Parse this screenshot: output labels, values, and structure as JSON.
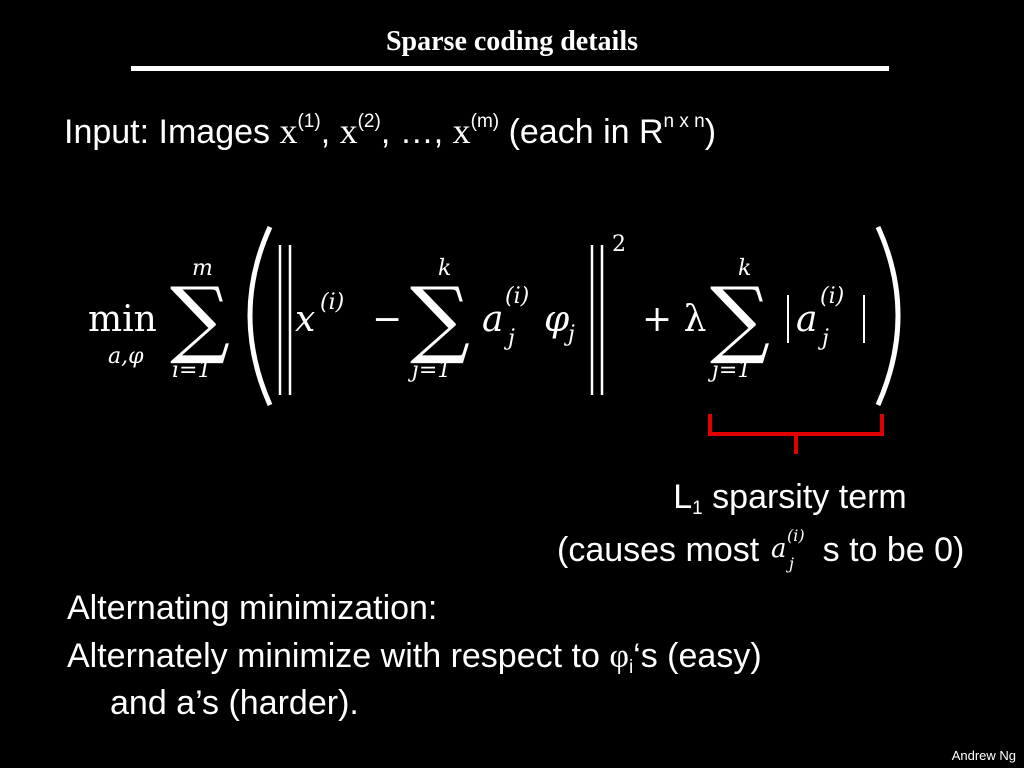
{
  "slide": {
    "title": "Sparse coding details",
    "input": {
      "prefix": "Input: Images ",
      "x": "x",
      "sup1": "(1)",
      "sep": ", ",
      "sup2": "(2)",
      "ellipsis": ", …, ",
      "supm": "(m)",
      "suffix_pre": " (each in R",
      "dims": "n x n",
      "suffix_post": ")"
    },
    "formula": {
      "min": "min",
      "min_sub": "a,φ",
      "sum_outer_top": "m",
      "sum_outer_bottom": "i=1",
      "x_term": "x",
      "x_sup": "(i)",
      "minus": "−",
      "sum_inner_top": "k",
      "sum_inner_bottom": "j=1",
      "a": "a",
      "a_sup": "(i)",
      "a_sub": "j",
      "phi": "φ",
      "phi_sub": "j",
      "norm_power": "2",
      "plus_lambda": "+ λ",
      "sum_reg_top": "k",
      "sum_reg_bottom": "j=1"
    },
    "annotation": {
      "line1_L": "L",
      "line1_sub": "1",
      "line1_rest": " sparsity term",
      "line2_pre": "(causes most ",
      "line2_post": "s to be 0)"
    },
    "alternating": {
      "line1": "Alternating minimization:",
      "line2_pre": "Alternately minimize with respect to ",
      "phi": "φ",
      "phi_sub": "i",
      "line2_post": "‘s (easy)",
      "line3": "and a’s (harder)."
    },
    "footer": "Andrew Ng",
    "colors": {
      "background": "#000000",
      "text": "#ffffff",
      "brace": "#e00000"
    }
  }
}
